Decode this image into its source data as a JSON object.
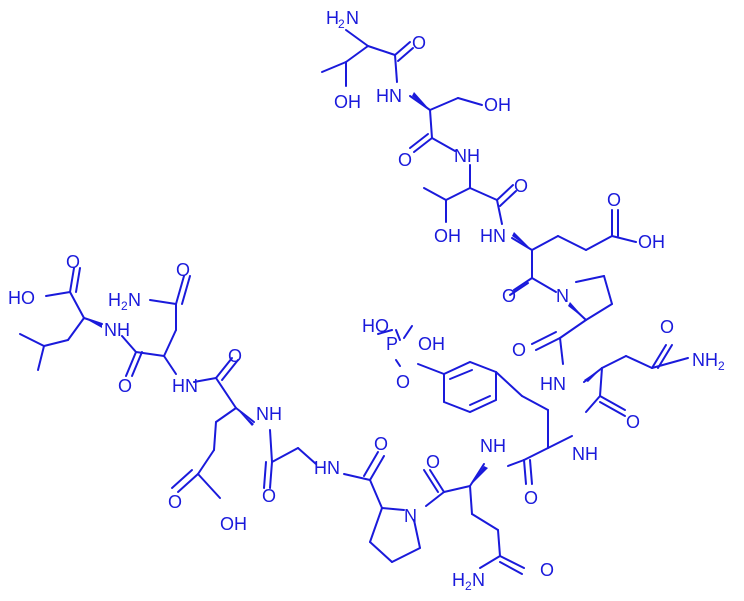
{
  "atoms": {
    "nh2": "H",
    "nh2_n": "N",
    "nh2_sub": "2",
    "oh": "OH",
    "o": "O",
    "nh": "NH",
    "hn": "HN",
    "n": "N",
    "h": "H",
    "p": "P",
    "ho": "HO",
    "oh2": "OH"
  },
  "colors": {
    "ink": "#1a1adb",
    "background": "#ffffff"
  }
}
